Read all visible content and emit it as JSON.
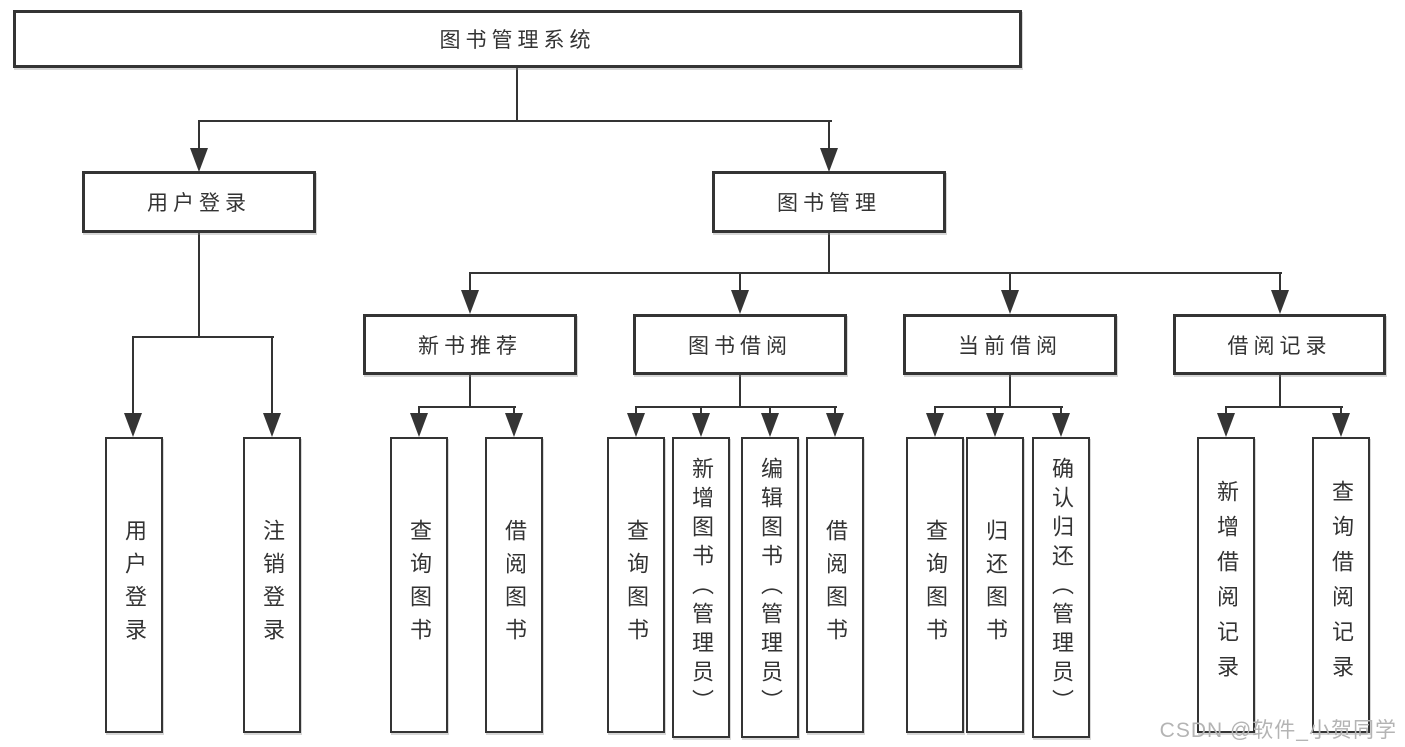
{
  "colors": {
    "line": "#343434",
    "text": "#333333",
    "watermark": "#b4b4b4"
  },
  "diagram": {
    "root": "图书管理系统",
    "branches": [
      {
        "label": "用户登录",
        "leaves": [
          "用户登录",
          "注销登录"
        ]
      },
      {
        "label": "图书管理",
        "groups": [
          {
            "label": "新书推荐",
            "leaves": [
              "查询图书",
              "借阅图书"
            ]
          },
          {
            "label": "图书借阅",
            "leaves": [
              "查询图书",
              "新增图书（管理员）",
              "编辑图书（管理员）",
              "借阅图书"
            ]
          },
          {
            "label": "当前借阅",
            "leaves": [
              "查询图书",
              "归还图书",
              "确认归还（管理员）"
            ]
          },
          {
            "label": "借阅记录",
            "leaves": [
              "新增借阅记录",
              "查询借阅记录"
            ]
          }
        ]
      }
    ]
  },
  "watermark": {
    "text": "CSDN @软件_小贺同学"
  }
}
